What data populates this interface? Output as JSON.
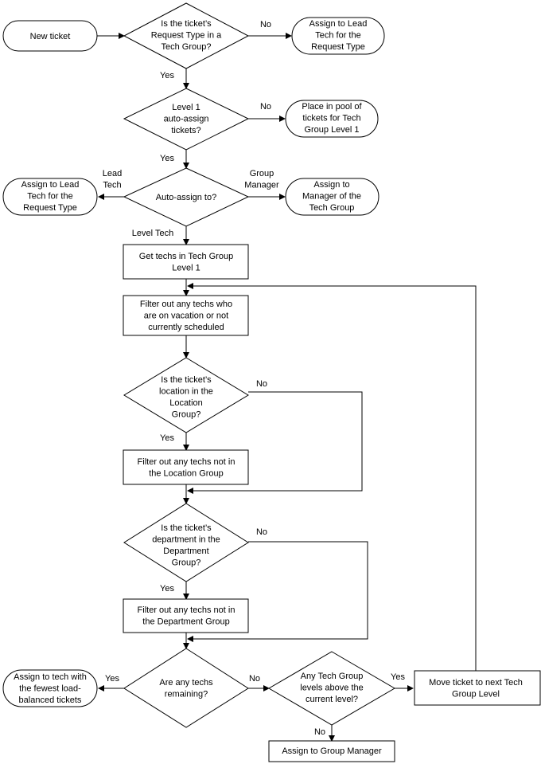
{
  "nodes": {
    "new_ticket": [
      "New ticket"
    ],
    "q_request_type": [
      "Is the ticket’s",
      "Request Type in a",
      "Tech Group?"
    ],
    "assign_lead_top": [
      "Assign to Lead",
      "Tech for the",
      "Request Type"
    ],
    "q_level1_auto": [
      "Level 1",
      "auto-assign",
      "tickets?"
    ],
    "place_pool": [
      "Place in pool of",
      "tickets for Tech",
      "Group Level 1"
    ],
    "q_auto_assign_to": [
      "Auto-assign to?"
    ],
    "assign_lead_left": [
      "Assign to Lead",
      "Tech for the",
      "Request Type"
    ],
    "assign_manager": [
      "Assign to",
      "Manager of the",
      "Tech Group"
    ],
    "get_techs": [
      "Get techs in Tech Group",
      "Level 1"
    ],
    "filter_vacation": [
      "Filter out any techs who",
      "are on vacation or not",
      "currently scheduled"
    ],
    "q_location": [
      "Is the ticket’s",
      "location in the",
      "Location",
      "Group?"
    ],
    "filter_location": [
      "Filter out any techs not in",
      "the Location Group"
    ],
    "q_department": [
      "Is the ticket’s",
      "department  in the",
      "Department",
      "Group?"
    ],
    "filter_department": [
      "Filter out any techs not in",
      "the Department Group"
    ],
    "q_remaining": [
      "Are any techs",
      "remaining?"
    ],
    "assign_fewest": [
      "Assign to tech with",
      "the fewest load-",
      "balanced tickets"
    ],
    "q_levels_above": [
      "Any Tech Group",
      "levels above the",
      "current level?"
    ],
    "move_next_level": [
      "Move ticket to next Tech",
      "Group Level"
    ],
    "assign_group_manager": [
      "Assign to Group Manager"
    ]
  },
  "edge_labels": {
    "no_1": [
      "No"
    ],
    "yes_1": [
      "Yes"
    ],
    "no_2": [
      "No"
    ],
    "yes_2": [
      "Yes"
    ],
    "lead_tech": [
      "Lead",
      "Tech"
    ],
    "group_manager": [
      "Group",
      "Manager"
    ],
    "level_tech": [
      "Level Tech"
    ],
    "no_location": [
      "No"
    ],
    "yes_location": [
      "Yes"
    ],
    "no_department": [
      "No"
    ],
    "yes_department": [
      "Yes"
    ],
    "yes_remaining": [
      "Yes"
    ],
    "no_remaining": [
      "No"
    ],
    "yes_levels": [
      "Yes"
    ],
    "no_levels": [
      "No"
    ]
  }
}
